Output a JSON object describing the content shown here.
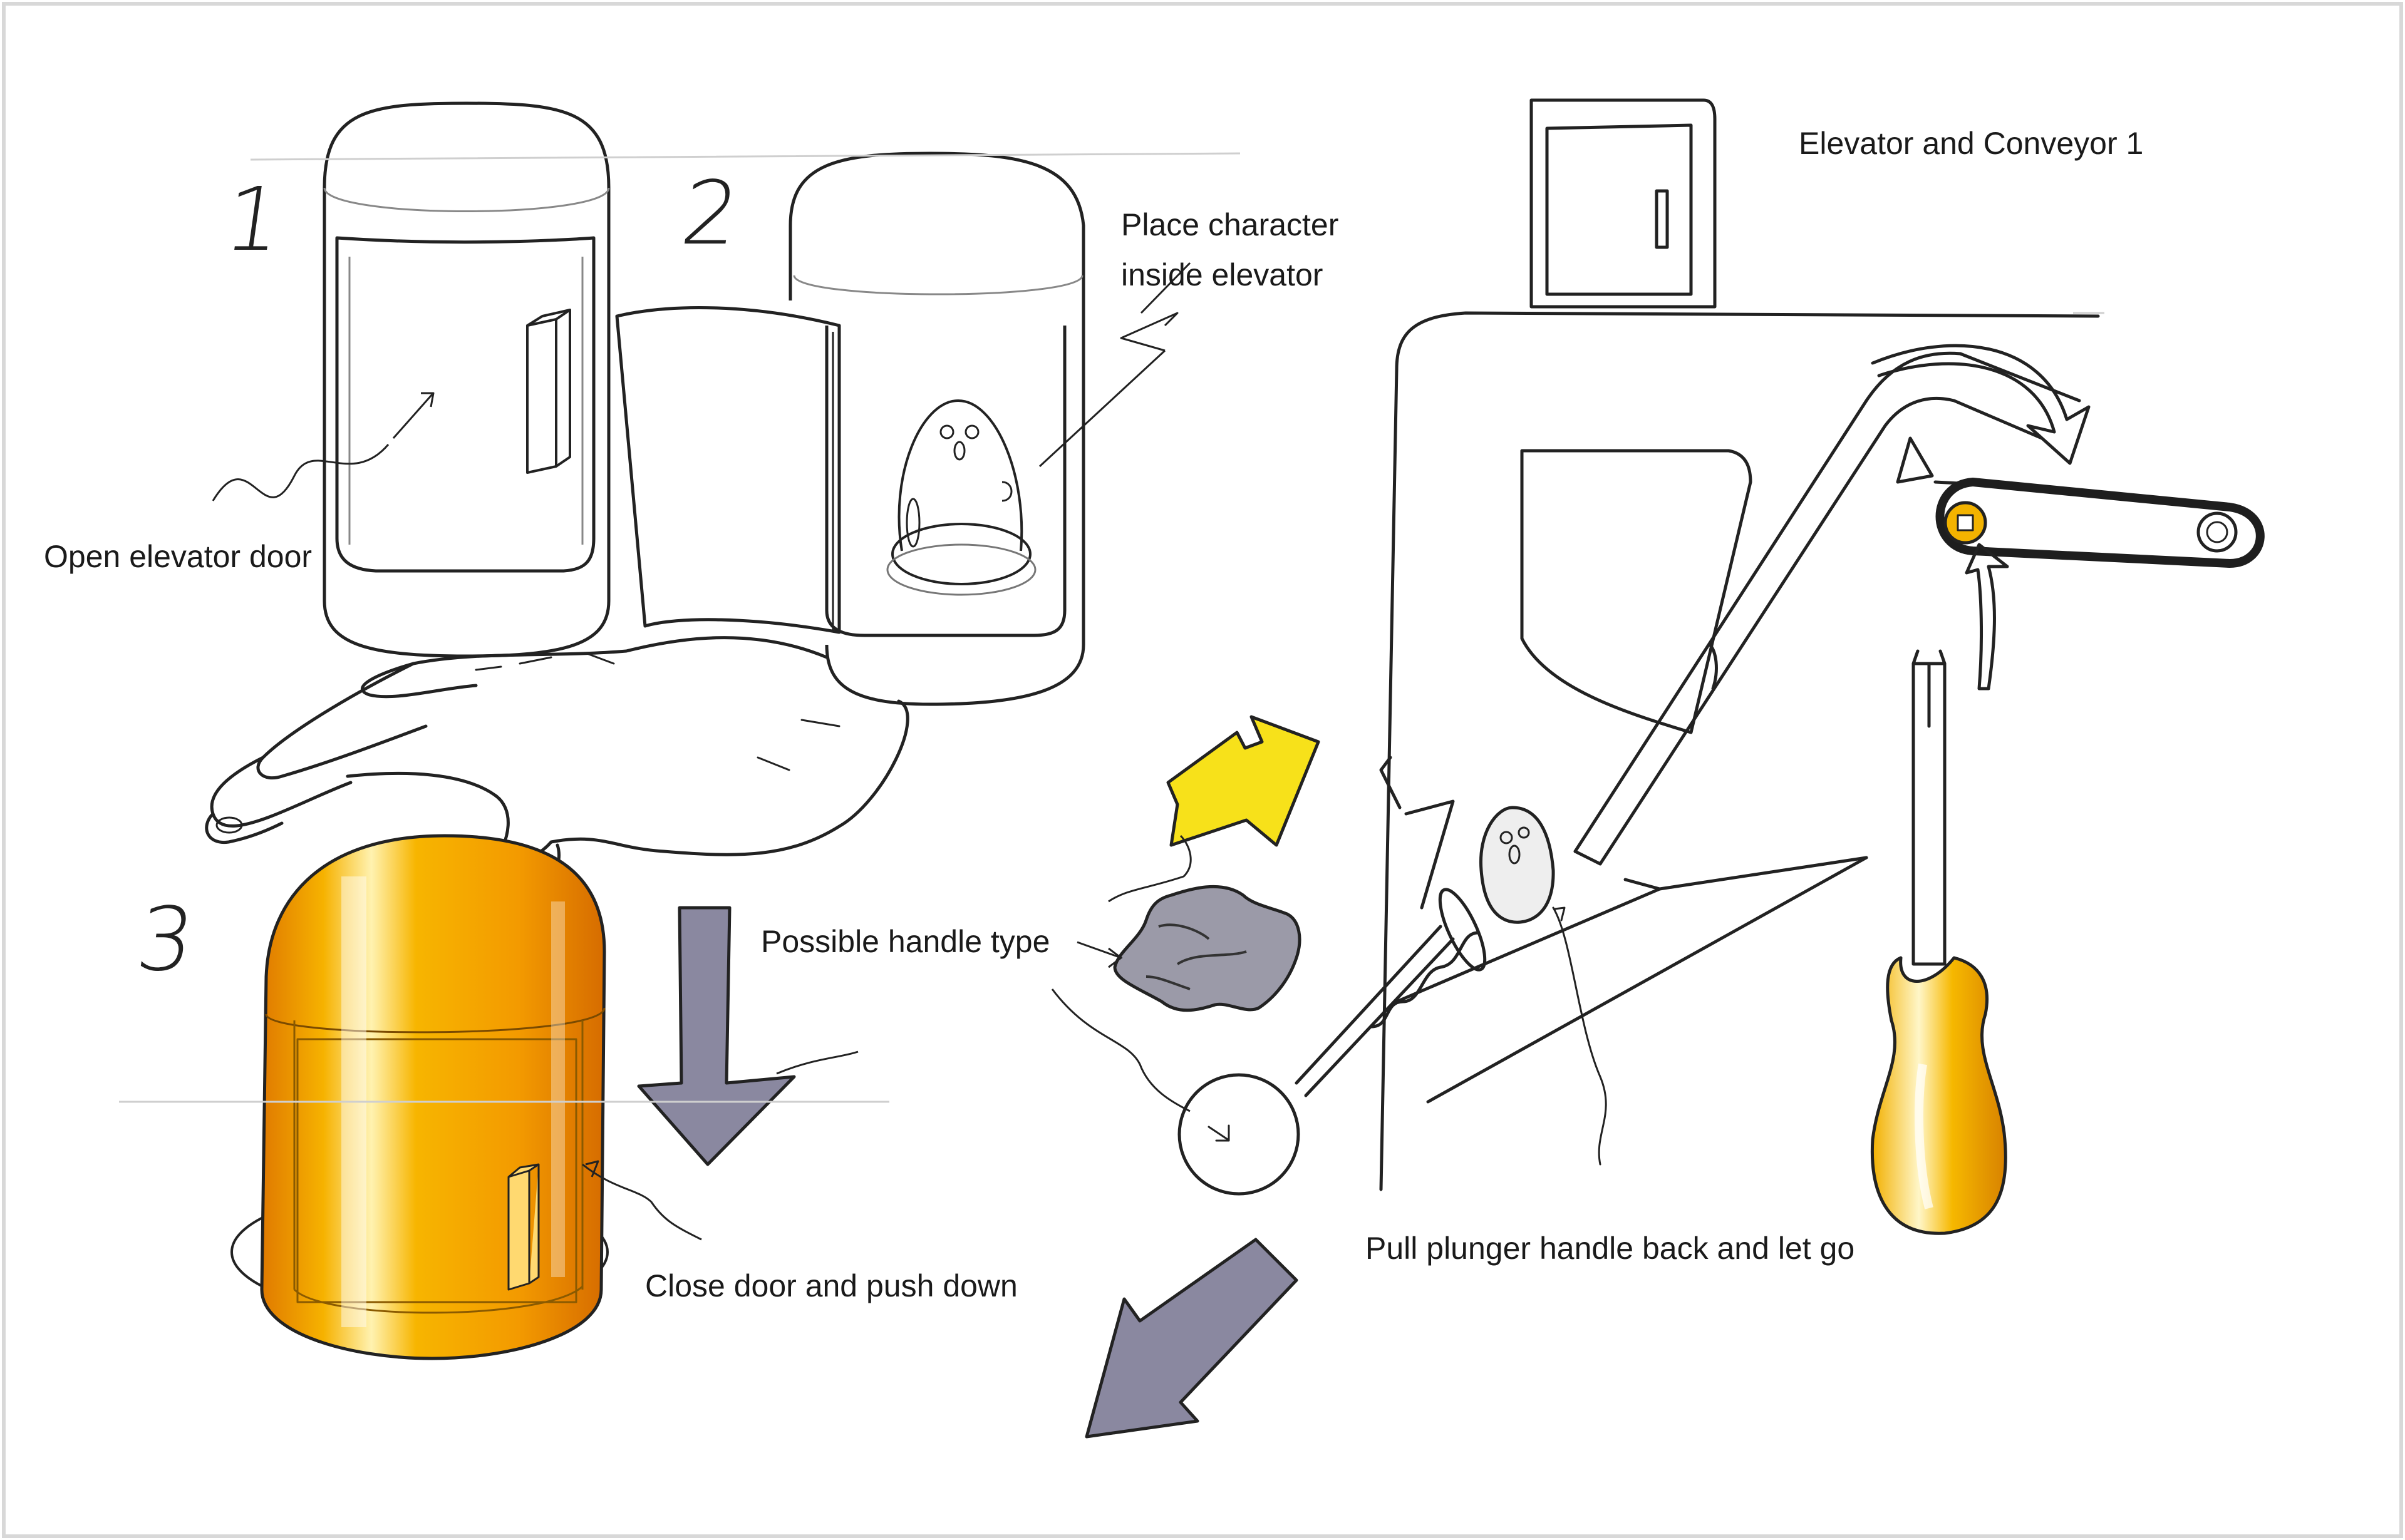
{
  "title": "Elevator and Conveyor 1",
  "steps": [
    "1",
    "2",
    "3"
  ],
  "annotations": {
    "open_door": "Open elevator door",
    "place_character_line1": "Place character",
    "place_character_line2": "inside elevator",
    "close_door": "Close door and push down",
    "handle_type": "Possible handle type",
    "pull_plunger": "Pull plunger handle back and let go"
  },
  "colors": {
    "yellow": "#f5b800",
    "orange": "#ef8a00",
    "arrow_gray": "#8a88a0",
    "ink": "#222222"
  }
}
